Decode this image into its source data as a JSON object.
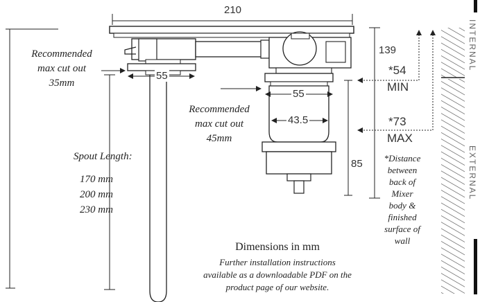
{
  "dimensions": {
    "overall_width": "210",
    "left_flange": "55",
    "right_flange": "55",
    "body_diameter": "43.5",
    "depth_top": "139",
    "min_value": "*54",
    "min_label": "MIN",
    "max_value": "*73",
    "max_label": "MAX",
    "depth_lower": "85"
  },
  "labels": {
    "cutout_left": [
      "Recommended",
      "max cut out",
      "35mm"
    ],
    "cutout_center": [
      "Recommended",
      "max cut out",
      "45mm"
    ],
    "spout_title": "Spout Length:",
    "spout_lengths": [
      "170 mm",
      "200 mm",
      "230 mm"
    ],
    "distance_note": [
      "*Distance",
      "between",
      "back of",
      "Mixer",
      "body &",
      "finished",
      "surface of",
      "wall"
    ],
    "dimensions_title": "Dimensions in mm",
    "instructions": [
      "Further installation instructions",
      "available as a downloadable PDF on the",
      "product page of our website."
    ],
    "side_internal": "INTERNAL",
    "side_external": "EXTERNAL"
  },
  "colors": {
    "line": "#2a2a2a",
    "text": "#222222",
    "hatch": "#444444"
  }
}
